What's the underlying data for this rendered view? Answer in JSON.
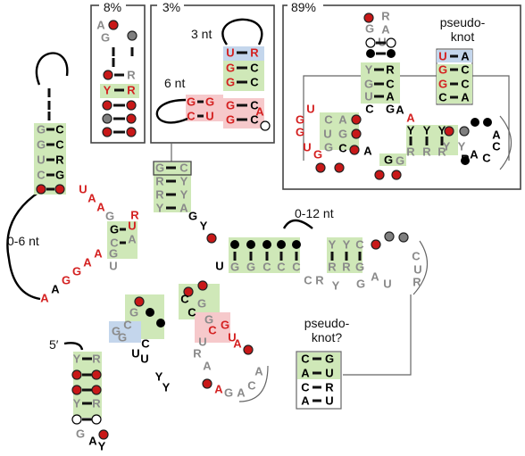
{
  "colors": {
    "red": "#d42020",
    "gray": "#8a8a8a",
    "black": "#000000",
    "green_shade": "#cfe8b8",
    "blue_shade": "#c4d6ec",
    "pink_shade": "#f6c9cb",
    "red_circle": "#c81818",
    "gray_circle": "#7f7f7f"
  },
  "inset_labels": {
    "pct_8": "8%",
    "pct_3": "3%",
    "pct_89": "89%",
    "nt_3": "3 nt",
    "nt_6": "6 nt",
    "pseudoknot": [
      "pseudo-",
      "knot"
    ]
  },
  "main_labels": {
    "loop_0_6": "0-6 nt",
    "loop_0_12": "0-12 nt",
    "five_prime": "5′",
    "pseudoknot_q": [
      "pseudo-",
      "knot?"
    ]
  },
  "inset_89_box": {
    "pairs": [
      [
        "U",
        "A"
      ],
      [
        "G",
        "C"
      ],
      [
        "G",
        "C"
      ],
      [
        "C",
        "A"
      ]
    ]
  },
  "main_pk_box": {
    "pairs": [
      [
        "C",
        "G"
      ],
      [
        "A",
        "U"
      ],
      [
        "C",
        "R"
      ],
      [
        "A",
        "U"
      ]
    ]
  }
}
